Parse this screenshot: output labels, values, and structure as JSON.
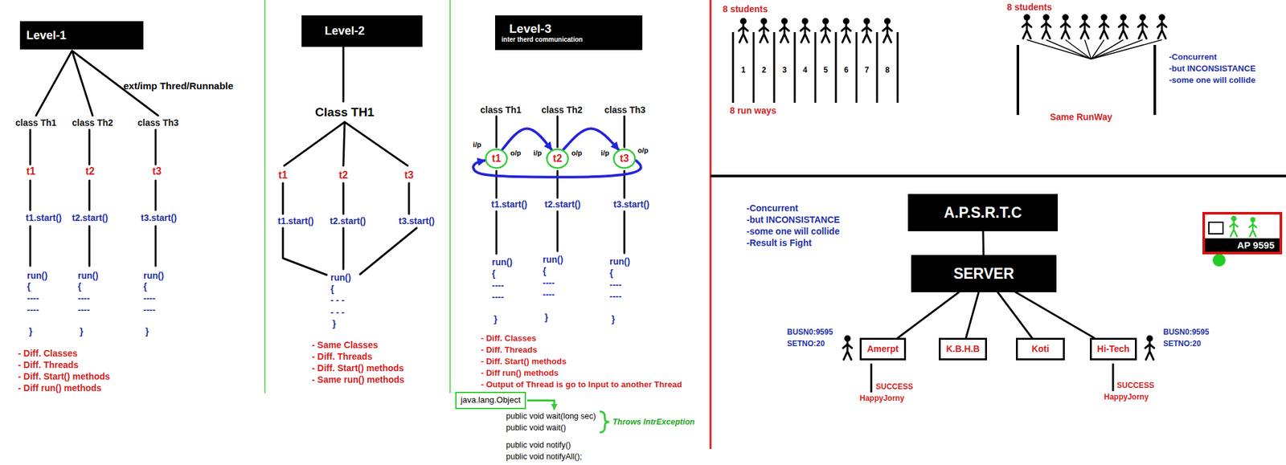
{
  "diagram": {
    "nodes": [
      {
        "text": [
          "Level-1"
        ]
      },
      {
        "text": [
          "Level-2"
        ]
      },
      {
        "text": [
          "Level-3",
          "inter therd communication"
        ]
      },
      {
        "text": [
          "t1"
        ]
      },
      {
        "text": [
          "t2"
        ]
      },
      {
        "text": [
          "t3"
        ]
      },
      {
        "text": [
          "java.lang.Object"
        ]
      },
      {
        "text": [
          "A.P.S.R.T.C"
        ]
      },
      {
        "text": [
          "SERVER"
        ]
      },
      {
        "text": [
          "Amerpt"
        ]
      },
      {
        "text": [
          "K.B.H.B"
        ]
      },
      {
        "text": [
          "Koti"
        ]
      },
      {
        "text": [
          "Hi-Tech"
        ]
      },
      {
        "text": [
          "AP 9595"
        ]
      }
    ],
    "edges": [
      {
        "from": 3,
        "to": 4,
        "arrow": "to"
      },
      {
        "from": 4,
        "to": 5,
        "arrow": "to"
      },
      {
        "from": 5,
        "to": 3,
        "arrow": "to"
      },
      {
        "from": 7,
        "to": 8,
        "arrow": "none"
      },
      {
        "from": 8,
        "to": 9,
        "arrow": "none"
      },
      {
        "from": 8,
        "to": 10,
        "arrow": "none"
      },
      {
        "from": 8,
        "to": 11,
        "arrow": "none"
      },
      {
        "from": 8,
        "to": 12,
        "arrow": "none"
      }
    ],
    "labels": [
      "ext/imp Thred/Runnable",
      "class Th1",
      "class Th2",
      "class Th3",
      "t1",
      "t2",
      "t3",
      "t1.start()",
      "t2.start()",
      "t3.start()",
      "run()",
      "{",
      "----",
      "----",
      "}",
      "run()",
      "{",
      "----",
      "----",
      "}",
      "run()",
      "{",
      "----",
      "----",
      "}",
      "- Diff. Classes",
      "- Diff. Threads",
      "- Diff. Start() methods",
      "- Diff run() methods",
      "Class TH1",
      "t1",
      "t2",
      "t3",
      "t1.start()",
      "t2.start()",
      "t3.start()",
      "run()",
      "{",
      "- - -",
      "- - -",
      "}",
      "- Same Classes",
      "- Diff. Threads",
      "- Diff. Start() methods",
      "- Same run() methods",
      "class Th1",
      "class Th2",
      "class Th3",
      "i/p",
      "o/p",
      "i/p",
      "o/p",
      "i/p",
      "o/p",
      "t1.start()",
      "t2.start()",
      "t3.start()",
      "run()",
      "{",
      "----",
      "----",
      "}",
      "run()",
      "{",
      "----",
      "----",
      "}",
      "run()",
      "{",
      "----",
      "----",
      "}",
      "- Diff. Classes",
      "- Diff. Threads",
      "- Diff. Start() methods",
      "- Diff run() methods",
      "- Output of Thread is go to Input to another Thread",
      "public void wait(long sec)",
      "public void wait()",
      "Throws IntrException",
      "public void notify()",
      "public void notifyAll();",
      "8 students",
      "8 students",
      "1",
      "2",
      "3",
      "4",
      "5",
      "6",
      "7",
      "8",
      "8 run ways",
      "Same RunWay",
      "-Concurrent",
      "-but INCONSISTANCE",
      "-some one will collide",
      "-Concurrent",
      "-but INCONSISTANCE",
      "-some one will collide",
      "-Result is Fight",
      "BUSN0:9595",
      "SETNO:20",
      "SUCCESS",
      "HappyJorny",
      "SUCCESS",
      "HappyJorny",
      "BUSN0:9595",
      "SETNO:20"
    ]
  }
}
